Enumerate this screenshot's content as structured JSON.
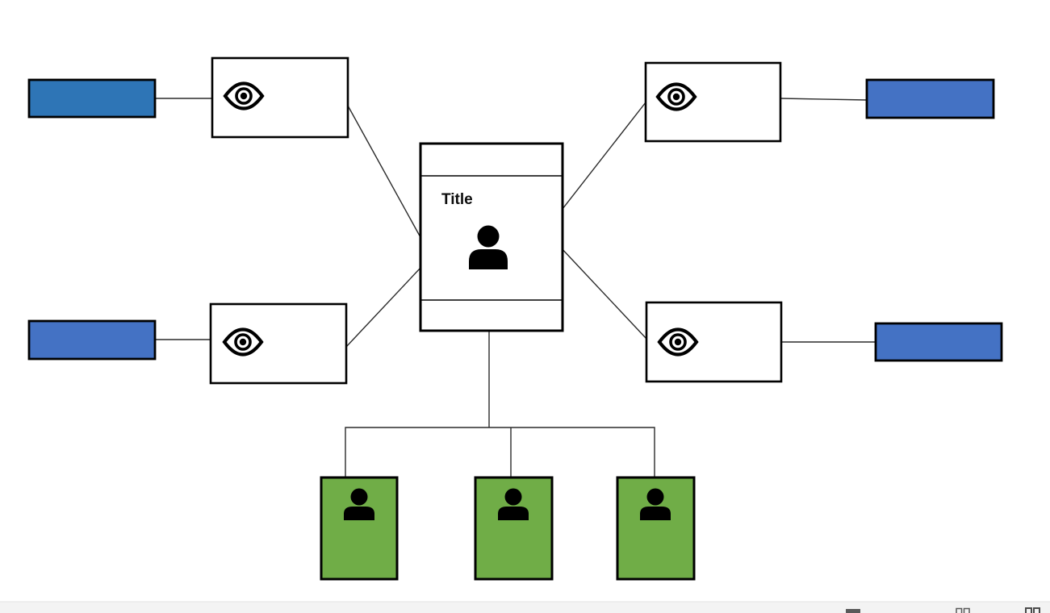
{
  "diagram": {
    "central_node": {
      "title": "Title",
      "icon": "person-icon",
      "fill": "#ffffff",
      "border": "#000000"
    },
    "eye_nodes": [
      {
        "id": "eye-node-top-left",
        "icon": "eye-icon",
        "fill": "#ffffff"
      },
      {
        "id": "eye-node-mid-left",
        "icon": "eye-icon",
        "fill": "#ffffff"
      },
      {
        "id": "eye-node-top-right",
        "icon": "eye-icon",
        "fill": "#ffffff"
      },
      {
        "id": "eye-node-mid-right",
        "icon": "eye-icon",
        "fill": "#ffffff"
      }
    ],
    "label_nodes": [
      {
        "id": "label-top-left",
        "fill": "#2E75B6"
      },
      {
        "id": "label-mid-left",
        "fill": "#4472C4"
      },
      {
        "id": "label-top-right",
        "fill": "#4472C4"
      },
      {
        "id": "label-mid-right",
        "fill": "#4472C4"
      }
    ],
    "member_nodes": [
      {
        "id": "member-1",
        "icon": "person-icon",
        "fill": "#70AD47"
      },
      {
        "id": "member-2",
        "icon": "person-icon",
        "fill": "#70AD47"
      },
      {
        "id": "member-3",
        "icon": "person-icon",
        "fill": "#70AD47"
      }
    ],
    "line_color": "#2b2b2b",
    "border_color": "#000000",
    "icon_color": "#000000"
  },
  "status_bar": {
    "background": "#f3f3f3",
    "border_top": "#e3e3e3",
    "icon_color": "#595959",
    "icons": [
      "normal-view-icon",
      "slide-sorter-icon",
      "slideshow-icon"
    ]
  }
}
